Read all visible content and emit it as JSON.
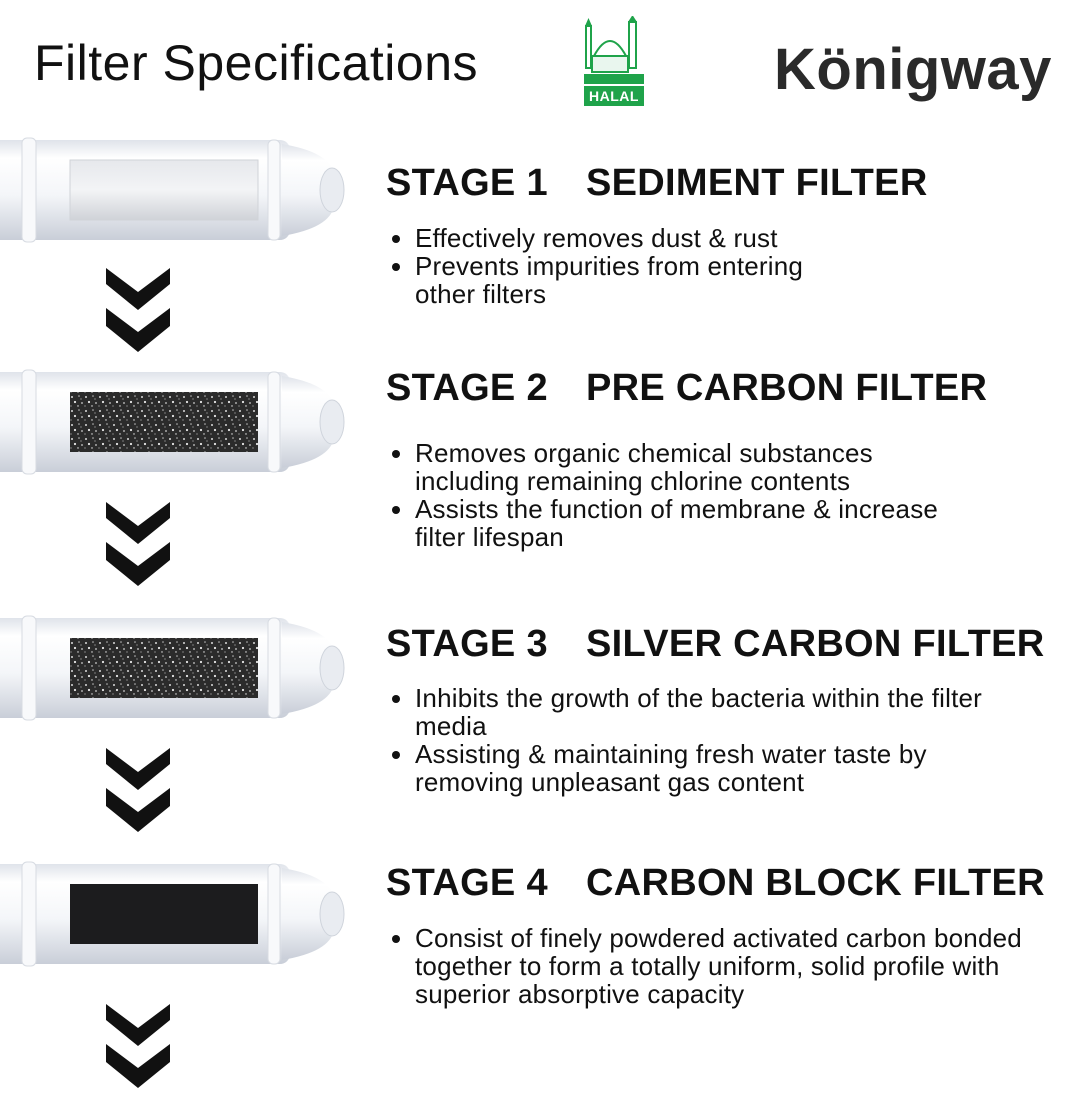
{
  "header": {
    "title": "Filter Specifications",
    "halal_badge_text": "HALAL",
    "brand": "Königway"
  },
  "colors": {
    "halal_green": "#1fa34a",
    "text": "#111111",
    "brand": "#2a2a2a"
  },
  "stages": [
    {
      "stage_label": "STAGE 1",
      "name": "SEDIMENT FILTER",
      "media": "sediment",
      "bullets": [
        "Effectively removes dust & rust",
        "Prevents impurities from entering other filters"
      ]
    },
    {
      "stage_label": "STAGE 2",
      "name": "PRE CARBON FILTER",
      "media": "granular-carbon",
      "bullets": [
        "Removes organic chemical substances including remaining chlorine contents",
        "Assists the function of membrane & increase filter lifespan"
      ]
    },
    {
      "stage_label": "STAGE 3",
      "name": "SILVER CARBON FILTER",
      "media": "granular-carbon",
      "bullets": [
        "Inhibits the growth of the bacteria within the filter media",
        "Assisting & maintaining fresh water taste by removing unpleasant gas content"
      ]
    },
    {
      "stage_label": "STAGE 4",
      "name": "CARBON BLOCK FILTER",
      "media": "carbon-block",
      "bullets": [
        "Consist of finely powdered activated carbon bonded together to form a totally uniform, solid profile with superior absorptive capacity"
      ]
    }
  ]
}
